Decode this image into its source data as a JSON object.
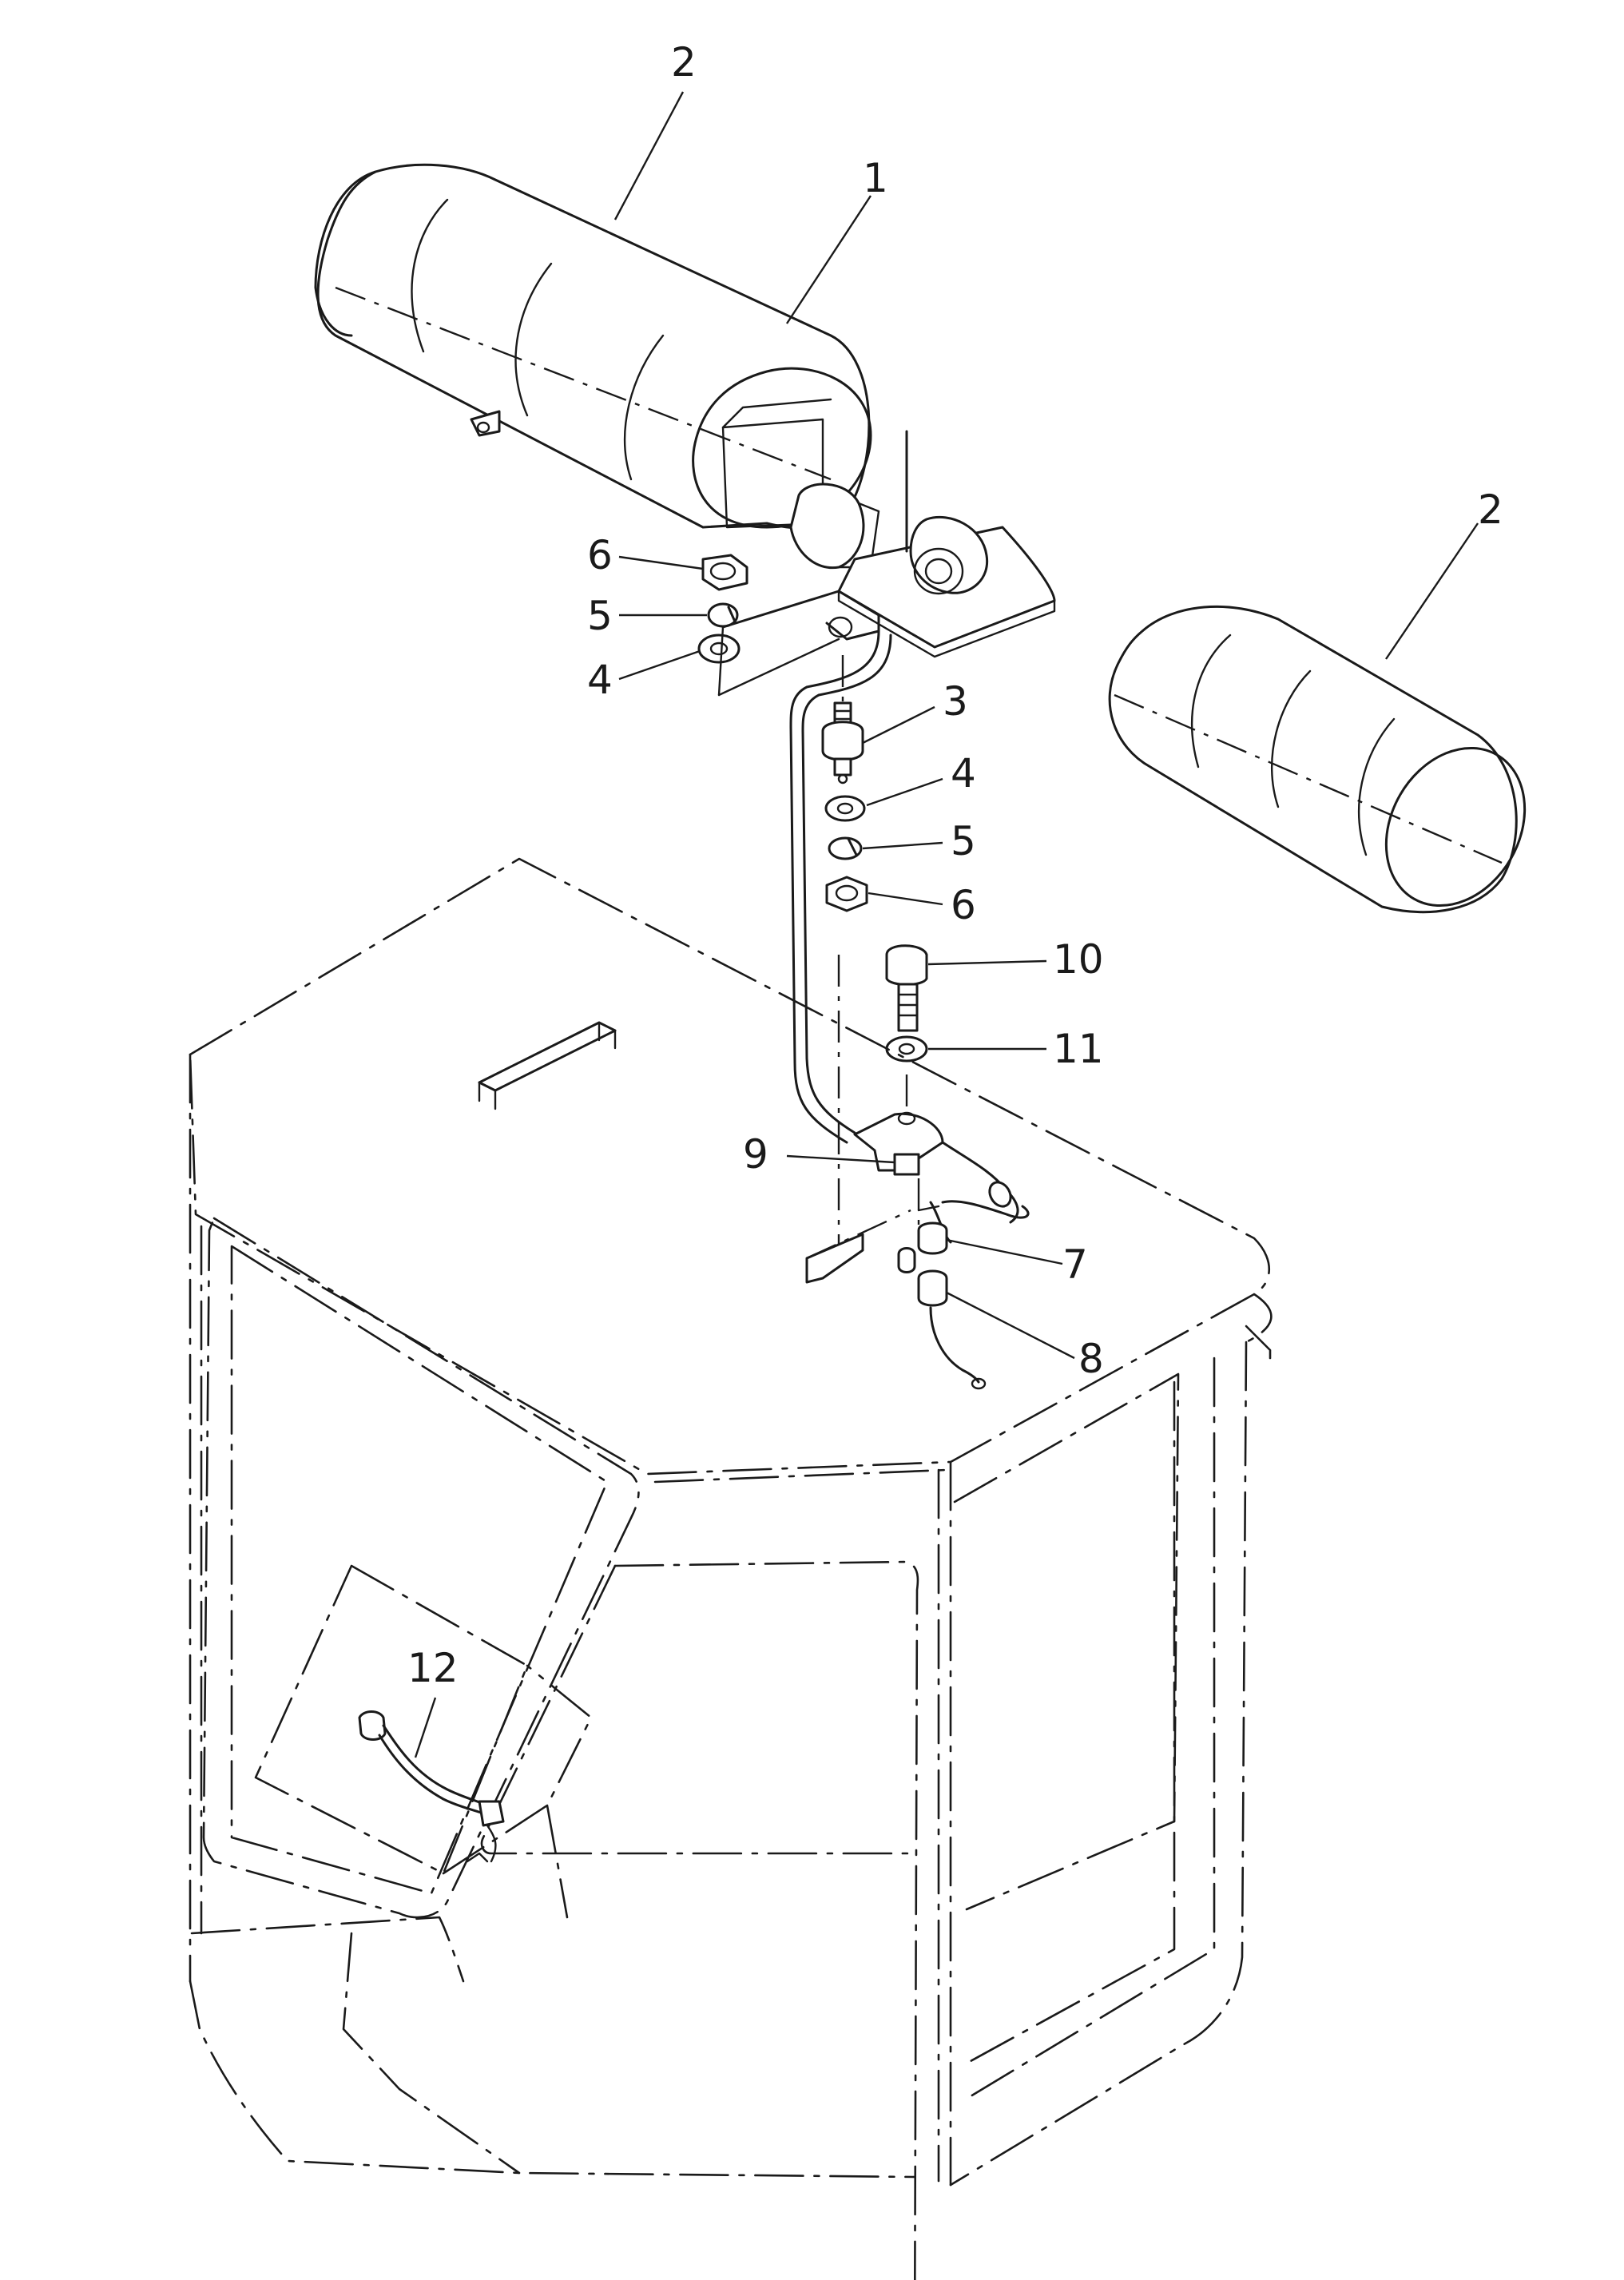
{
  "callouts": [
    {
      "id": "c1",
      "text": "1"
    },
    {
      "id": "c2a",
      "text": "2"
    },
    {
      "id": "c2b",
      "text": "2"
    },
    {
      "id": "c3",
      "text": "3"
    },
    {
      "id": "c4a",
      "text": "4"
    },
    {
      "id": "c4b",
      "text": "4"
    },
    {
      "id": "c5a",
      "text": "5"
    },
    {
      "id": "c5b",
      "text": "5"
    },
    {
      "id": "c6a",
      "text": "6"
    },
    {
      "id": "c6b",
      "text": "6"
    },
    {
      "id": "c7",
      "text": "7"
    },
    {
      "id": "c8",
      "text": "8"
    },
    {
      "id": "c9",
      "text": "9"
    },
    {
      "id": "c10",
      "text": "10"
    },
    {
      "id": "c11",
      "text": "11"
    },
    {
      "id": "c12",
      "text": "12"
    }
  ]
}
